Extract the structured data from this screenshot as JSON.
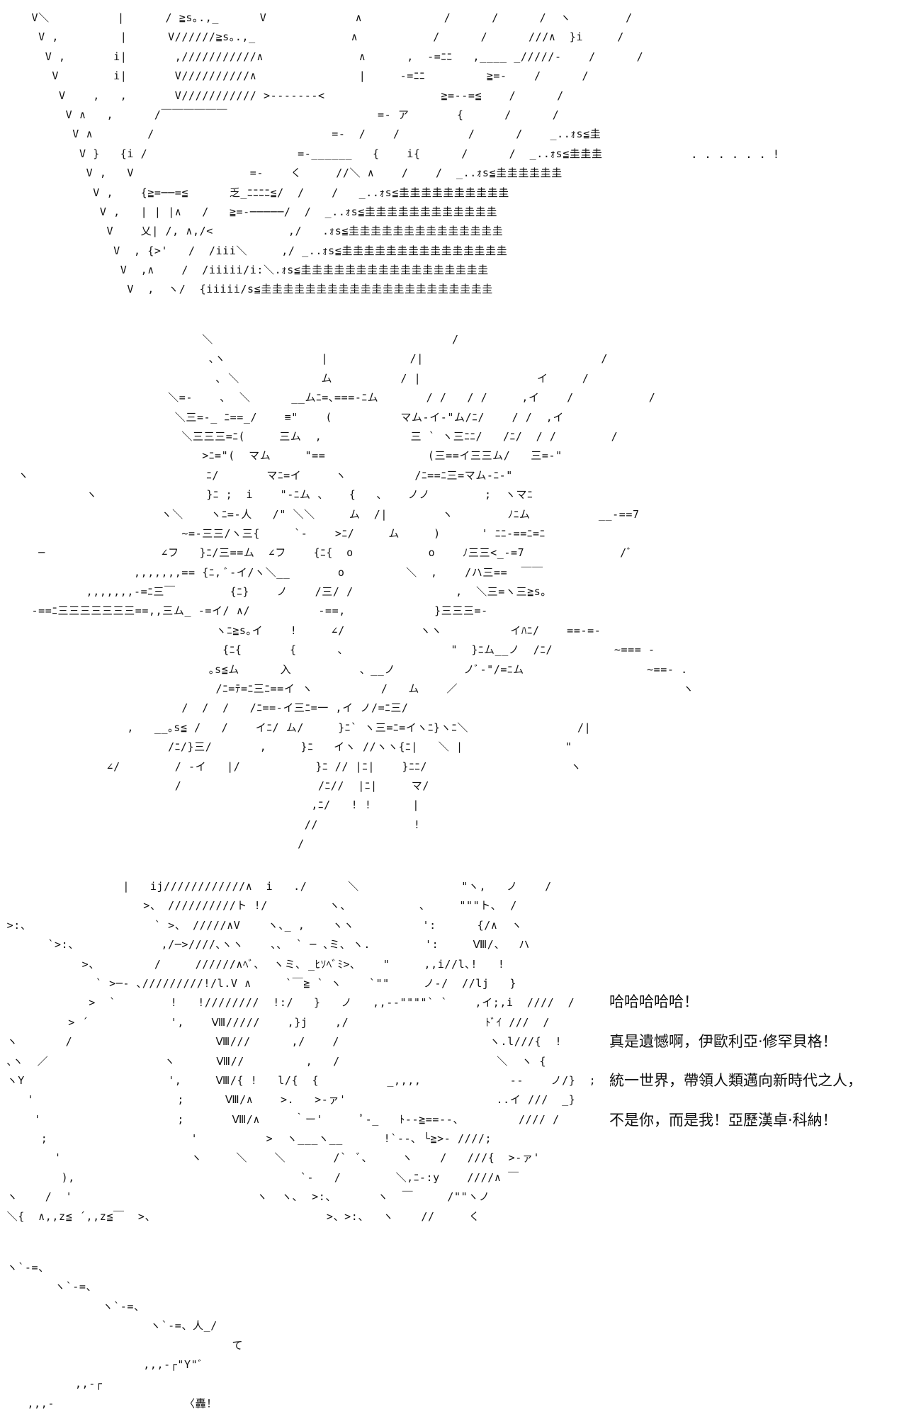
{
  "sfx_dots": ". . . . . . !",
  "dialogue": [
    "哈哈哈哈哈！",
    "真是遺憾啊，伊歐利亞·修罕貝格！",
    "統一世界，帶領人類邁向新時代之人，",
    "不是你，而是我！亞歷漢卓·科納！"
  ],
  "blocks": [
    {
      "name": "top",
      "lines": [
        "    V＼          |      / ≧s｡.,_      V             ∧            /      /      /  ヽ        /",
        "     V ,         |      V//////≧s｡.,_              ∧           /      /      ///∧  }i     /",
        "      V ,       i|       ,///////////∧              ∧      ,  -=ﾆﾆ   ,____ _/////-    /      /",
        "       V        i|       V//////////∧               |     -=ﾆﾆ         ≧=-    /      /",
        "        V    ,   ,       V/////////// >-------<                 ≧=--=≦    /      /",
        "         V ∧   ,      /￣￣￣￣￣￣                      =- ア       {      /      /",
        "          V ∧        /                          =-  /    /          /      /    _..ｫs≦圭",
        "           V }   {i /                      =-______   {    i{      /      /  _..ｫs≦圭圭圭",
        "            V ,   V                 =-    く     //＼ ∧    /    /  _..ｫs≦圭圭圭圭圭圭",
        "             V ,    {≧=──=≦      乏_ﾆﾆﾆﾆ≦/  /    /   _..ｫs≦圭圭圭圭圭圭圭圭圭圭",
        "              V ,   | | |∧   /   ≧=-─────/  /  _..ｫs≦圭圭圭圭圭圭圭圭圭圭圭圭",
        "               V    乂| /, ∧,/<           ,/   .ｫs≦圭圭圭圭圭圭圭圭圭圭圭圭圭圭",
        "                V  , {>'   /  /iii＼     ,/ _..ｫs≦圭圭圭圭圭圭圭圭圭圭圭圭圭圭圭",
        "                 V  ,∧    /  /iiiii/i:＼.ｫs≦圭圭圭圭圭圭圭圭圭圭圭圭圭圭圭圭圭",
        "                  V  ,  ヽ/  {iiiii/s≦圭圭圭圭圭圭圭圭圭圭圭圭圭圭圭圭圭圭圭圭圭"
      ]
    },
    {
      "name": "mid",
      "lines": [
        "                             ＼                                   /",
        "                              ､ヽ              |            /|                          /",
        "                               ､ ＼            ム          / |                 イ     /",
        "                        ＼=-    ､  ＼      __ムﾆ=､===-ﾆム       / /   / /     ,イ    /           /",
        "                         ＼三=-_ ﾆ==_/    ≡\"    (          マム-イ-\"ム/ﾆ/    / /  ,イ",
        "                          ＼三三三=ﾆ(     三ム  ,             三 ` ヽ三ﾆﾆ/   /ﾆ/  / /        /",
        "                             >ﾆ=\"(  マム     \"==               (三==イ三三ム/   三=-\"",
        "  ヽ                          ﾆ/       マﾆ=イ     ヽ          /ﾆ==ﾆ三=マム-ﾆ-\"",
        "            ヽ                }ﾆ ;  i    \"-ﾆム 、   {   、   ノノ        ;  ヽマﾆ",
        "                       ヽ＼    ヽﾆ=-人   /\" ＼＼     ム  /|        ヽ        ﾉﾆム          __-==7",
        "                          ~=-三三/ヽ三{     `-    >ﾆ/     ム     )      ' ﾆﾆ-==ﾆ=ﾆ",
        "     ─                 ∠フ   }ﾆ/三==ム  ∠フ    {ﾆ{  o           o    ﾉ三三<_-=7              /ﾞ",
        "                   ,,,,,,,== {ﾆ, ﾞ-イ/ヽ＼__       o         ＼  ,    /ハ三==  ￣￣",
        "            ,,,,,,,-=ﾆ三￣        {ﾆ}    ノ    /三/ /               ,  ＼三=ヽ三≧s｡",
        "    -==ﾆ三三三三三三三==,,三ム_ -=イ/ ∧/          -==,             }三三三=-",
        "                               ヽﾆ≧s｡イ    !     ∠/           ヽヽ          イﾊﾆ/    ==-=-",
        "                                {ﾆ{       {      、               \"  }ﾆム__ノ  /ﾆ/         ~=== -",
        "                              ｡s≦ム      入          、__ノ          ノﾞ-\"/=ﾆム                  ~==- .",
        "                               /ﾆ=ﾃ=ﾆ三ﾆ==イ ヽ          /   ム    ／                                 ヽ",
        "                          /  /  /   /ﾆ==-イ三ﾆ=一 ,イ ノ/=ﾆ三/",
        "                  ,   __｡s≦ /   /    イﾆ/ ム/     }ﾆ` ヽ三=ﾆ=イヽﾆ}ヽﾆ＼                /|",
        "                        /ﾆ/}三/       ,     }ﾆ   イヽ //ヽヽ{ﾆ|   ＼ |               \"",
        "               ∠/        / -イ   |/           }ﾆ // |ﾆ|    }ﾆﾆ/                     ヽ",
        "                         /                    /ﾆ//  |ﾆ|     マ/",
        "                                             ,ﾆ/   ! !      |",
        "                                            //              !",
        "                                           /"
      ]
    },
    {
      "name": "third",
      "lines": [
        "                  |   ij////////////∧  i   ./      ＼               \"ヽ,   ノ    /",
        "                     >、 //////////ト !/         ヽ、          ､     \"\"\"ト､  /",
        " >:、                  ` >、 /////∧V    ヽ､_ ,    ヽヽ          ':      {/∧  ヽ",
        "       `>:、            ,/─>////､ヽヽ    ､､  ` ─ ､ミ､ ヽ.        ':     Ⅷ/、  ハ",
        "            >、        /     //////∧ﾍﾞ､  ヽミ､ _ﾋｿﾍﾞﾐ>､    \"     ,,i//l､!   !",
        "              ` >─- ､/////////!/l.V ∧     `￣≧ ` ヽ    `\"\"     ノ-/  //lj   }",
        "             >  `        !   !////////  !:/   }   ノ   ,,--\"\"\"\"` `    ,イ;,i  ////  /",
        "          > ´            ',    Ⅷ/////    ,}j    ,/                    ﾄﾞｲ ///  /",
        " ヽ       /                     Ⅷ///      ,/    /                      ヽ.l///{  !",
        " ､ヽ  ／                 ヽ      Ⅷ//         ,   /                       ＼  ヽ {",
        " ヽY                     ',     Ⅷ/{ !   l/{  {          _,,,,             --    ノ/}  ;",
        "    '                     ;      Ⅷ/∧    >.   >-ァ'                      ..イ ///  _}",
        "     '                    ;       Ⅷ/∧     ｀ー'      ﾟ-_   ﾄ--≧==--、        //// /",
        "      ;                     '          >  ヽ___ヽ__      !`--､ └≧>- ////;",
        "        '                   ヽ     ＼    ＼       /`  ﾞ､     ヽ    /   ///{  >-ァ'",
        "         ),                                 `-   /        ＼,ﾆ-:y    ////∧ ￣",
        " ヽ    /  '                           ヽ  ヽ､  >:、      ヽ  ￣     /\"\"ヽノ",
        " ＼{  ∧,,z≦ ´,,z≦￣  >、                         >、>:、  ヽ    //     く"
      ]
    },
    {
      "name": "bottom",
      "lines": [
        " ヽ`-=、",
        "        ヽ`-=、",
        "               ヽ`-=、",
        "                      ヽ`-=、人_/",
        "                                  て",
        "                     ,,,-┌\"Y\"ﾞ",
        "           ,,-┌",
        "    ,,,-                   〈轟！"
      ]
    }
  ]
}
